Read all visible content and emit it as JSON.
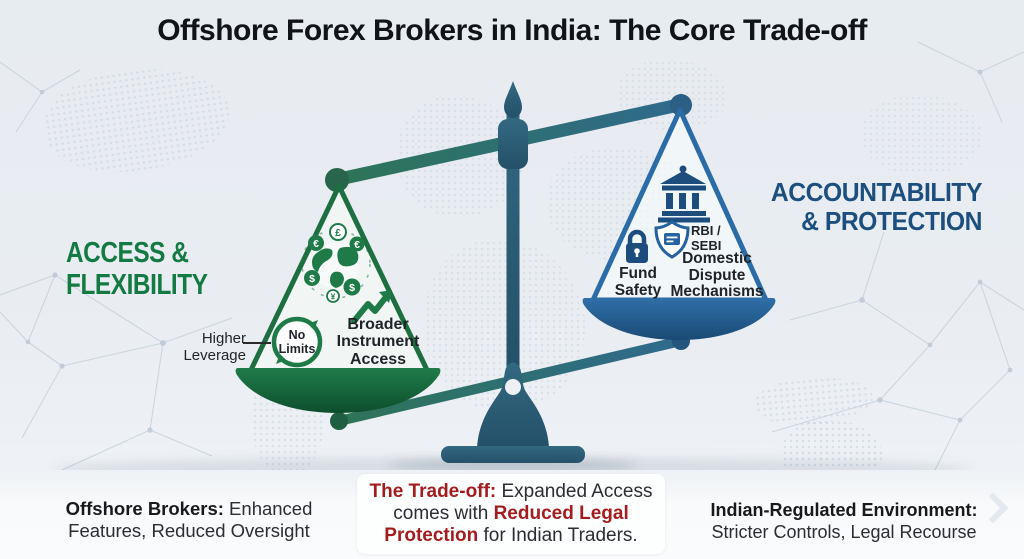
{
  "title": "Offshore Forex Brokers in India: The Core Trade-off",
  "left_side": {
    "label": "ACCESS &\nFLEXIBILITY",
    "callout": "Higher\nLeverage",
    "gauge_text": "No\nLimits",
    "broader_access": "Broader\nInstrument\nAccess",
    "coins": [
      "£",
      "€",
      "€",
      "$",
      "$",
      "¥"
    ]
  },
  "right_side": {
    "label": "ACCOUNTABILITY\n& PROTECTION",
    "fund_safety": "Fund\nSafety",
    "regulator": "RBI /\nSEBI",
    "dispute": "Domestic\nDispute\nMechanisms"
  },
  "footer": {
    "left": {
      "bold": "Offshore Brokers:",
      "rest": " Enhanced Features, Reduced Oversight"
    },
    "center": {
      "p1": "The Trade-off:",
      "p2": " Expanded Access comes with ",
      "p3": "Reduced Legal Protection",
      "p4": " for Indian Traders."
    },
    "right": {
      "bold": "Indian-Regulated Environment:",
      "rest": " Stricter Controls, Legal Recourse"
    }
  },
  "icons": {
    "left_pan": [
      "globe-currency-icon",
      "trend-up-arrow-icon",
      "no-limits-gauge-icon"
    ],
    "right_pan": [
      "bank-icon",
      "padlock-icon",
      "shield-icon"
    ],
    "background": [
      "world-map-dots",
      "network-constellation"
    ]
  },
  "colors": {
    "accent_green": "#147a43",
    "accent_blue": "#1d4f7e",
    "accent_red": "#a31d1f",
    "beam_green": "#2e7456",
    "beam_blue": "#2f6a8e",
    "base_steel": "#2e6078",
    "background": "#e9edf2"
  }
}
